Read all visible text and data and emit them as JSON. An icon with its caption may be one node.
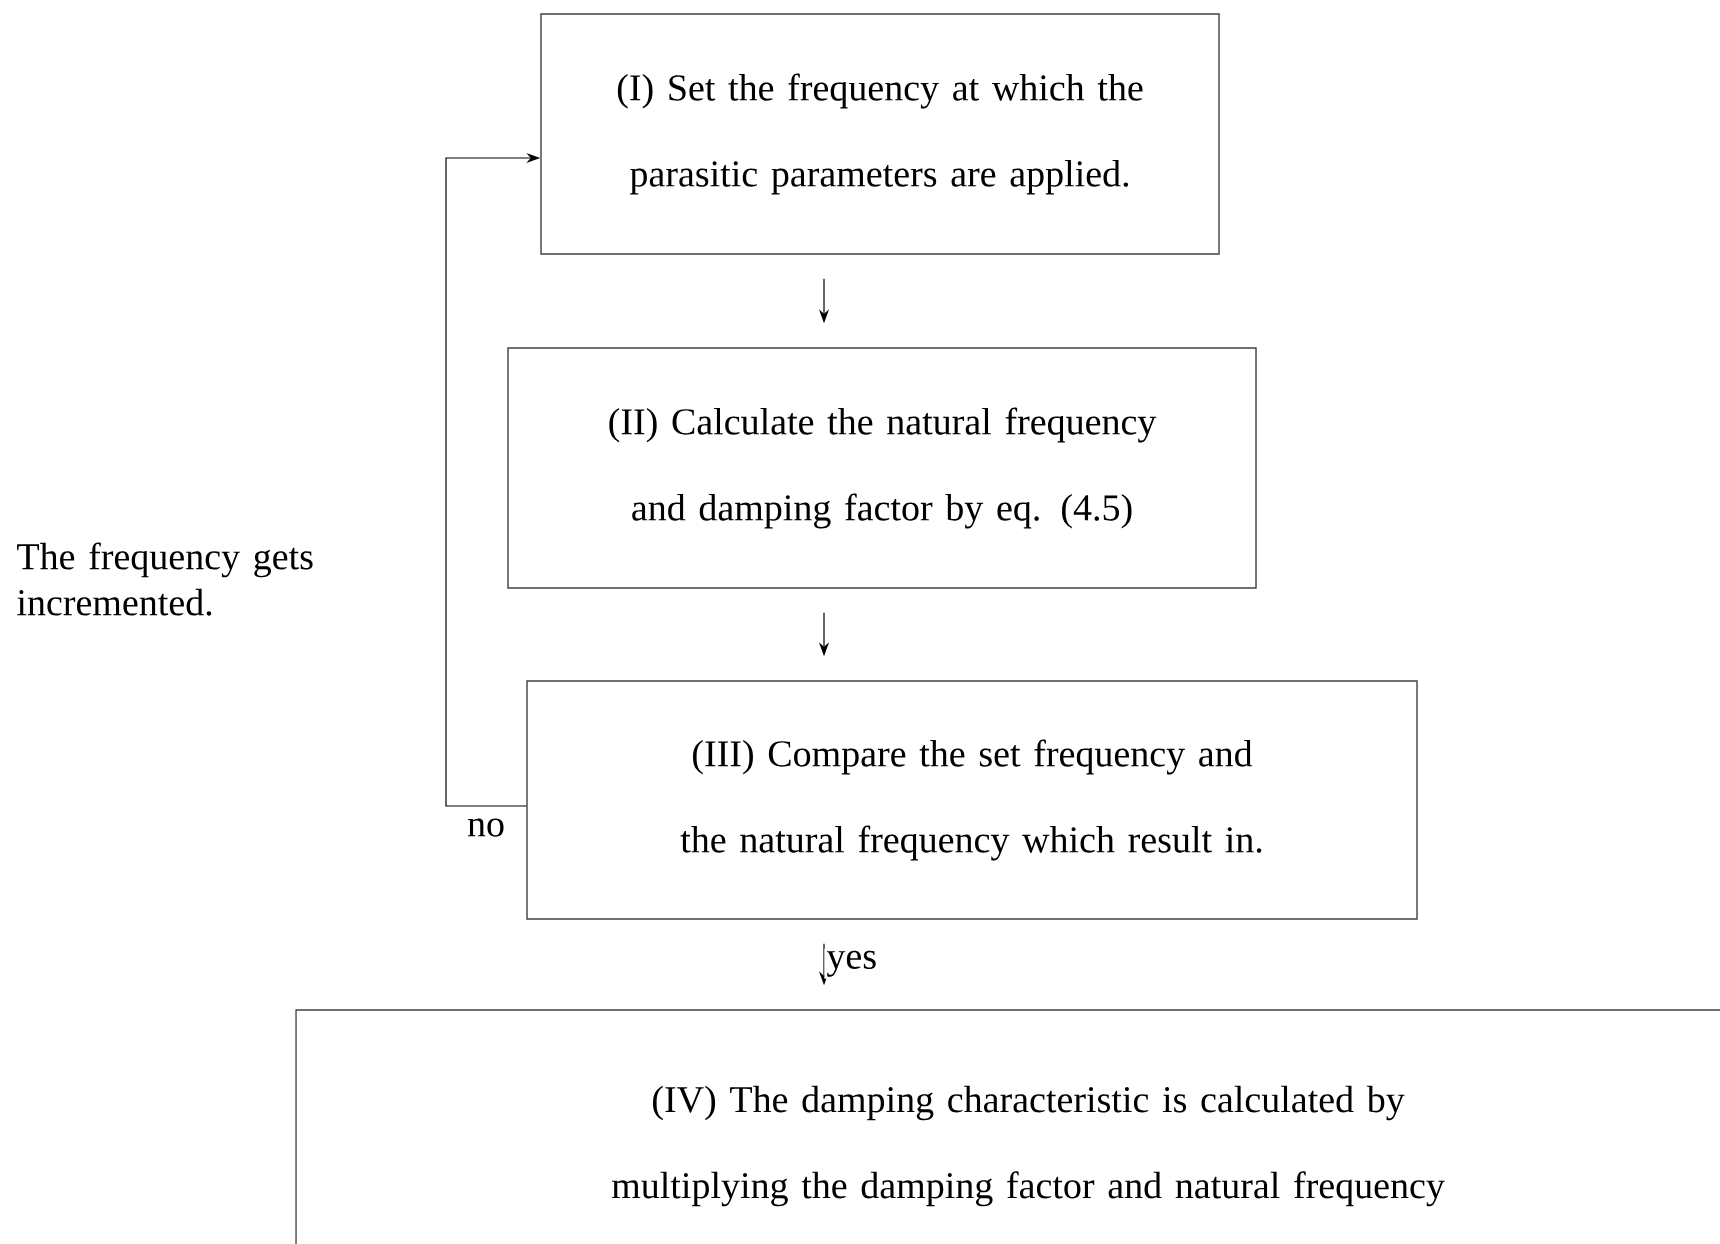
{
  "diagram": {
    "nodes": [
      {
        "text": [
          "(I) Set the frequency at which the parasitic parameters are applied."
        ]
      },
      {
        "text": [
          "(II) Calculate the natural frequency and damping factor by eq. (4.5)"
        ]
      },
      {
        "text": [
          "(III) Compare the set frequency and the natural frequency which result in."
        ]
      },
      {
        "text": [
          "(IV) The damping characteristic is calculated by multiplying the damping factor and natural frequency"
        ]
      }
    ],
    "edges": [
      {
        "from": 0,
        "to": 1,
        "arrow": "to"
      },
      {
        "from": 1,
        "to": 2,
        "arrow": "to"
      },
      {
        "from": 2,
        "to": 3,
        "arrow": "to",
        "label": "yes"
      },
      {
        "from": 2,
        "to": 0,
        "arrow": "to",
        "label": "no"
      }
    ],
    "labels": [
      "The frequency gets incremented."
    ]
  }
}
